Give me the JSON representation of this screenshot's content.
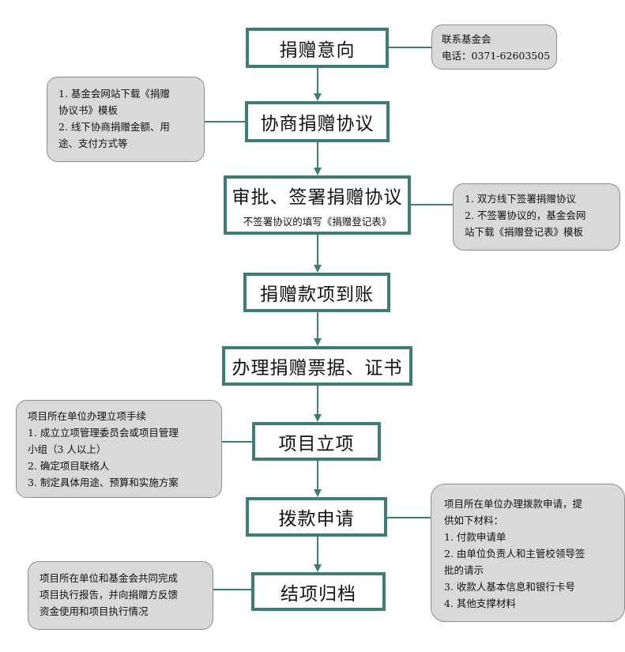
{
  "flow": {
    "steps": [
      {
        "label": "捐赠意向"
      },
      {
        "label": "协商捐赠协议"
      },
      {
        "label": "审批、签署捐赠协议",
        "sub": "不签署协议的填写《捐赠登记表》"
      },
      {
        "label": "捐赠款项到账"
      },
      {
        "label": "办理捐赠票据、证书"
      },
      {
        "label": "项目立项"
      },
      {
        "label": "拨款申请"
      },
      {
        "label": "结项归档"
      }
    ],
    "notes": {
      "contact": [
        "联系基金会",
        "电话：0371-62603505"
      ],
      "negotiate": [
        "1. 基金会网站下载《捐赠",
        "协议书》模板",
        "2. 线下协商捐赠金额、用",
        "途、支付方式等"
      ],
      "sign": [
        "1. 双方线下签署捐赠协议",
        "2. 不签署协议的，基金会网",
        "站下载《捐赠登记表》模板"
      ],
      "project": [
        "项目所在单位办理立项手续",
        "1. 成立立项管理委员会或项目管理",
        "小组（3 人以上）",
        "2. 确定项目联络人",
        "3. 制定具体用途、预算和实施方案"
      ],
      "funding": [
        "项目所在单位办理拨款申请，提",
        "供如下材料：",
        "1. 付款申请单",
        "2. 由单位负责人和主管校领导签",
        "批的请示",
        "3. 收款人基本信息和银行卡号",
        "4. 其他支撑材料"
      ],
      "closing": [
        "项目所在单位和基金会共同完成",
        "项目执行报告，并向捐赠方反馈",
        "资金使用和项目执行情况"
      ]
    },
    "colors": {
      "border": "#3f7d74",
      "note_fill": "#d9d9d9",
      "note_border": "#8c8c8c"
    }
  }
}
